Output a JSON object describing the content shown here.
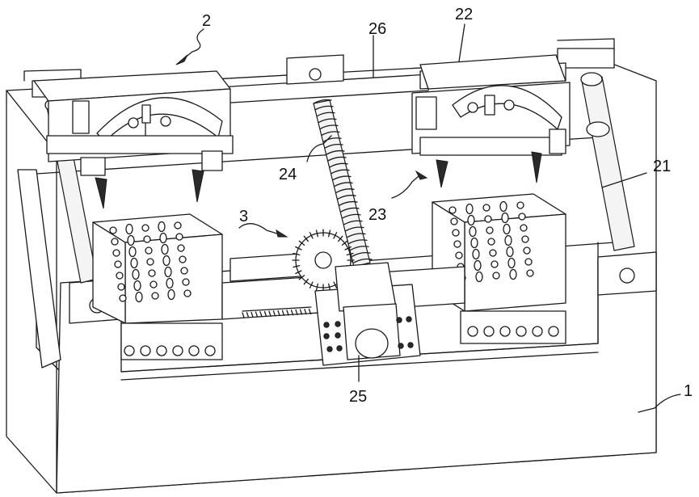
{
  "labels": {
    "l1": "1",
    "l2": "2",
    "l3": "3",
    "l21": "21",
    "l22": "22",
    "l23": "23",
    "l24": "24",
    "l25": "25",
    "l26": "26"
  }
}
